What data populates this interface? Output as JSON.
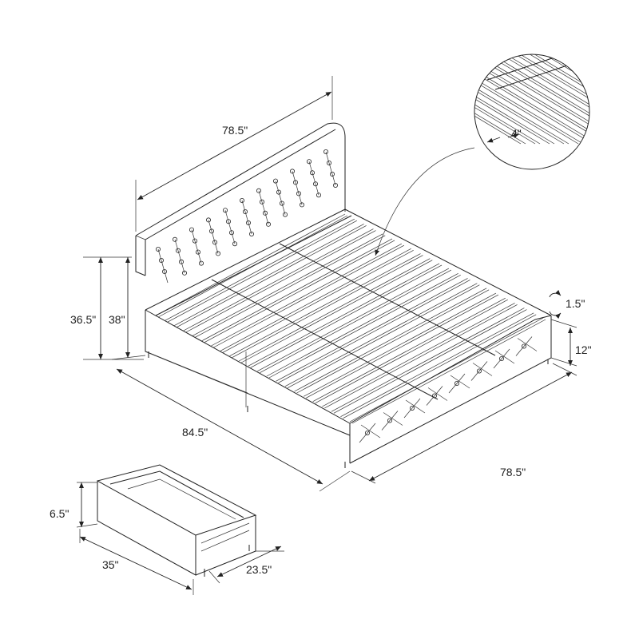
{
  "dimensions": {
    "headboard_width": "78.5\"",
    "slat_gap": "4\"",
    "slat_thickness": "1.5\"",
    "headboard_height_total": "36.5\"",
    "headboard_height_back": "38\"",
    "side_rail_height": "12\"",
    "bed_length": "84.5\"",
    "bed_width": "78.5\"",
    "drawer_height": "6.5\"",
    "drawer_length": "35\"",
    "drawer_depth": "23.5\""
  }
}
